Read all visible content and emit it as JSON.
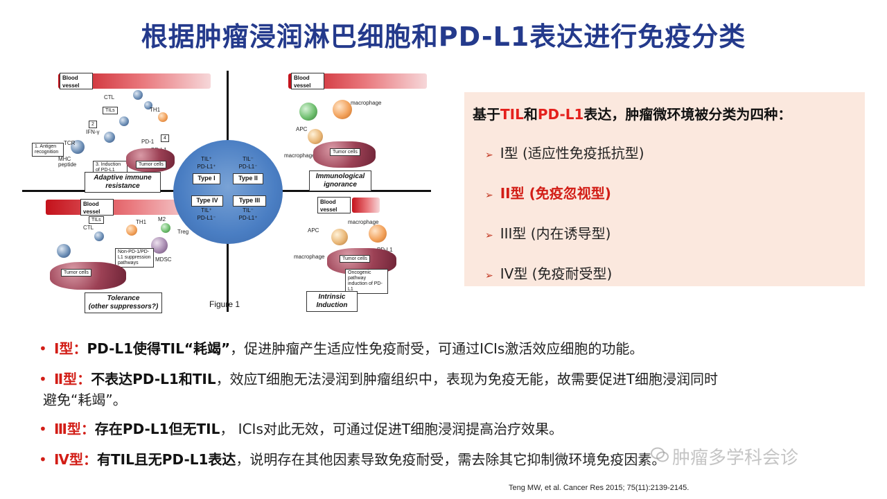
{
  "title": "根据肿瘤浸润淋巴细胞和PD-L1表达进行免疫分类",
  "figure": {
    "blood_vessel": "Blood vessel",
    "q1": {
      "caption_line1": "Adaptive immune",
      "caption_line2": "resistance",
      "labels": {
        "ctl": "CTL",
        "tils": "TILs",
        "th1": "TH1",
        "ifn": "IFN-γ",
        "tcr": "TCR",
        "pd1": "PD-1",
        "pdl1": "PD-L1",
        "mhc": "MHC peptide",
        "antigen": "1. Antigen recognition",
        "induction": "3. Induction of PD-L1",
        "tumor": "Tumor cells",
        "n2": "2",
        "n4": "4"
      }
    },
    "q2": {
      "caption_line1": "Immunological",
      "caption_line2": "ignorance",
      "labels": {
        "macrophage": "macrophage",
        "apc": "APC",
        "macrophage2": "macrophage",
        "tumor": "Tumor cells"
      }
    },
    "q3": {
      "caption_line1": "Tolerance",
      "caption_line2": "(other suppressors?)",
      "labels": {
        "tils": "TILs",
        "ctl": "CTL",
        "th1": "TH1",
        "m2": "M2",
        "treg": "Treg",
        "mdsc": "MDSC",
        "pathway": "Non-PD-1/PD-L1 suppression pathways",
        "tumor": "Tumor cells"
      }
    },
    "q4": {
      "caption_line1": "Intrinsic",
      "caption_line2": "Induction",
      "labels": {
        "apc": "APC",
        "macrophage": "macrophage",
        "macrophage2": "macrophage",
        "pdl1": "PD-L1",
        "tumor": "Tumor cells",
        "oncogenic": "Oncogenic pathway induction of PD-L1"
      }
    },
    "center": {
      "type1": {
        "l1": "TIL⁺",
        "l2": "PD-L1⁺",
        "box": "Type I"
      },
      "type2": {
        "l1": "TIL⁻",
        "l2": "PD-L1⁻",
        "box": "Type II"
      },
      "type3": {
        "l1": "TIL⁻",
        "l2": "PD-L1⁺",
        "box": "Type III"
      },
      "type4": {
        "l1": "TIL⁺",
        "l2": "PD-L1⁻",
        "box": "Type IV"
      }
    },
    "figure_label": "Figure 1"
  },
  "panel": {
    "heading_pre": "基于",
    "heading_til": "TIL",
    "heading_and": "和",
    "heading_pdl1": "PD-L1",
    "heading_post": "表达，肿瘤微环境被分类为四种：",
    "items": [
      "I型 (适应性免疫抵抗型)",
      "II型 (免疫忽视型)",
      "III型 (内在诱导型)",
      "IV型 (免疫耐受型)"
    ]
  },
  "bullets": [
    {
      "label": "Ⅰ型：",
      "bold": "PD-L1使得TIL“耗竭”",
      "text": "，促进肿瘤产生适应性免疫耐受，可通过ICIs激活效应细胞的功能。"
    },
    {
      "label": "Ⅱ型：",
      "bold": "不表达PD-L1和TIL",
      "text": "，效应T细胞无法浸润到肿瘤组织中，表现为免疫无能，故需要促进T细胞浸润同时",
      "text2": "避免“耗竭”。"
    },
    {
      "label": "Ⅲ型：",
      "bold": "存在PD-L1但无TIL",
      "text": "， ICIs对此无效，可通过促进T细胞浸润提高治疗效果。"
    },
    {
      "label": "Ⅳ型：",
      "bold": "有TIL且无PD-L1表达",
      "text": "，说明存在其他因素导致免疫耐受，需去除其它抑制微环境免疫因素。"
    }
  ],
  "citation": "Teng MW, et al. Cancer Res 2015; 75(11):2139-2145.",
  "watermark": "肿瘤多学科会诊",
  "colors": {
    "title": "#243a8c",
    "accent": "#d21d16",
    "panel_bg": "#fbe8de"
  }
}
